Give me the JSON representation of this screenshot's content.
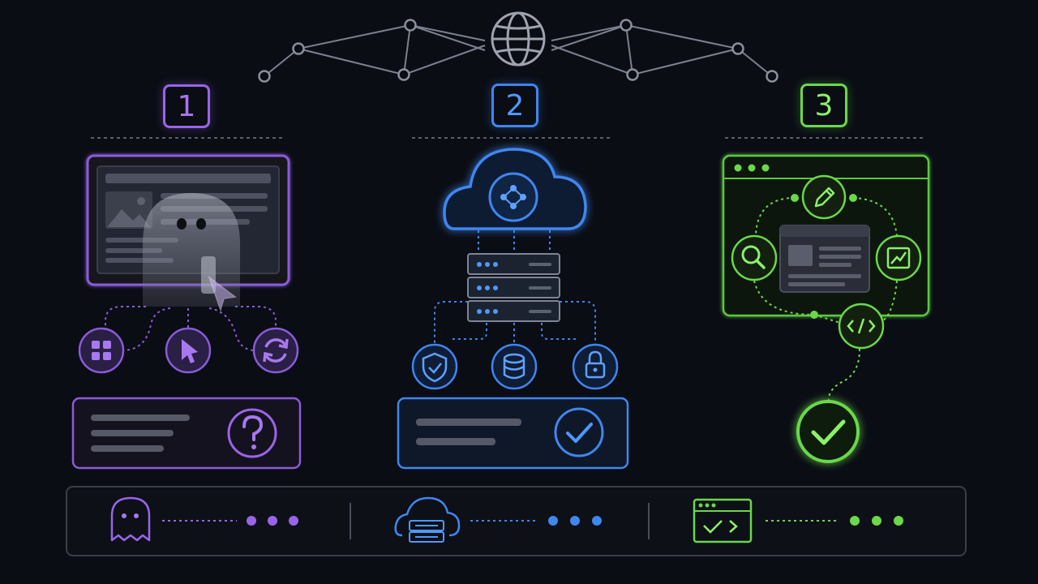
{
  "steps": [
    {
      "number": "1",
      "accent": "#9a64ea",
      "icons": [
        "apps-grid-icon",
        "cursor-icon",
        "refresh-icon",
        "help-icon"
      ]
    },
    {
      "number": "2",
      "accent": "#3f86f0",
      "icons": [
        "cloud-icon",
        "server-icon",
        "shield-check-icon",
        "database-icon",
        "lock-icon",
        "check-icon"
      ]
    },
    {
      "number": "3",
      "accent": "#6ad84a",
      "icons": [
        "pencil-icon",
        "search-icon",
        "chart-icon",
        "code-icon",
        "check-icon"
      ]
    }
  ],
  "legend": {
    "items": [
      {
        "icon": "ghost-icon",
        "color": "#9a64ea"
      },
      {
        "icon": "cloud-server-icon",
        "color": "#3f86f0"
      },
      {
        "icon": "code-window-icon",
        "color": "#6ad84a"
      }
    ]
  },
  "network": {
    "center_icon": "globe-icon",
    "line_color": "#7c8190"
  }
}
